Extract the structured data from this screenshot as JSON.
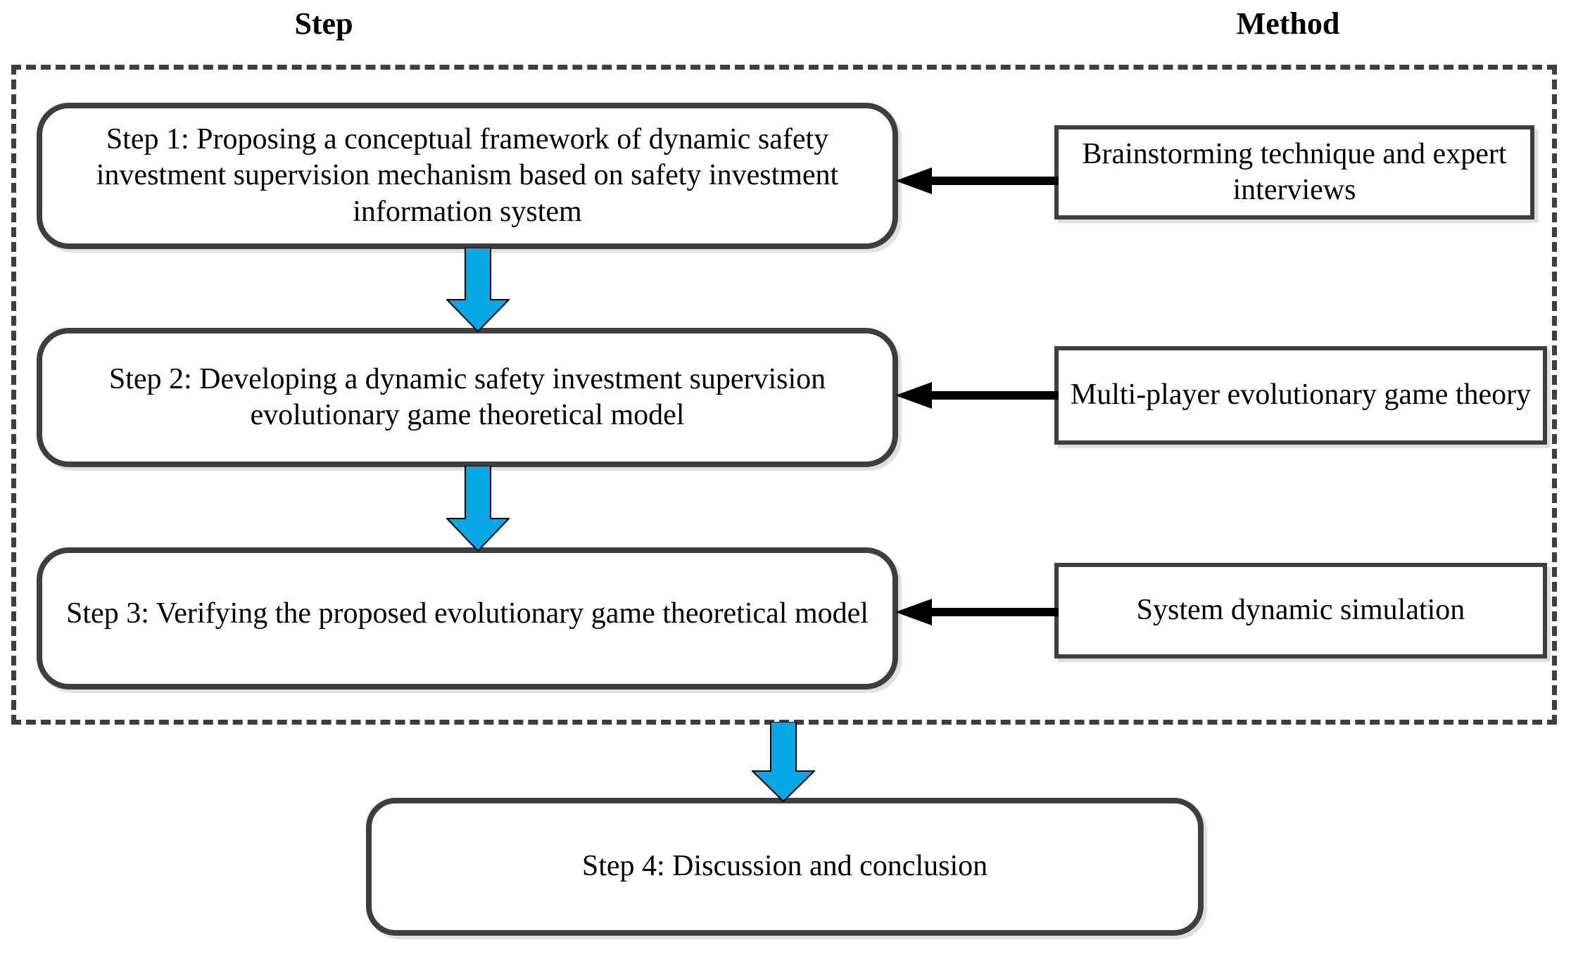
{
  "headers": {
    "step": "Step",
    "method": "Method"
  },
  "colors": {
    "arrow_blue": "#06A9E5",
    "box_border": "#3E3E3E",
    "arrow_black": "#000000",
    "background": "#FFFFFF"
  },
  "steps": [
    {
      "id": "step1",
      "text": "Step 1: Proposing a conceptual framework of dynamic safety investment supervision mechanism based on safety investment information system"
    },
    {
      "id": "step2",
      "text": "Step 2: Developing a dynamic safety investment supervision evolutionary game theoretical model"
    },
    {
      "id": "step3",
      "text": "Step 3: Verifying the proposed evolutionary game theoretical model"
    },
    {
      "id": "step4",
      "text": "Step 4: Discussion and conclusion"
    }
  ],
  "methods": [
    {
      "id": "method1",
      "text": "Brainstorming technique and expert interviews"
    },
    {
      "id": "method2",
      "text": "Multi-player evolutionary game theory"
    },
    {
      "id": "method3",
      "text": "System dynamic simulation"
    }
  ],
  "connectors": {
    "method_to_step": [
      {
        "from": "method1",
        "to": "step1",
        "direction": "left",
        "style": "solid-black-arrow"
      },
      {
        "from": "method2",
        "to": "step2",
        "direction": "left",
        "style": "solid-black-arrow"
      },
      {
        "from": "method3",
        "to": "step3",
        "direction": "left",
        "style": "solid-black-arrow"
      }
    ],
    "step_to_step": [
      {
        "from": "step1",
        "to": "step2",
        "direction": "down",
        "style": "blue-block-arrow"
      },
      {
        "from": "step2",
        "to": "step3",
        "direction": "down",
        "style": "blue-block-arrow"
      },
      {
        "from": "group",
        "to": "step4",
        "direction": "down",
        "style": "blue-block-arrow"
      }
    ]
  },
  "group": {
    "label": "dashed-enclosure",
    "contains": [
      "step1",
      "step2",
      "step3",
      "method1",
      "method2",
      "method3"
    ]
  }
}
